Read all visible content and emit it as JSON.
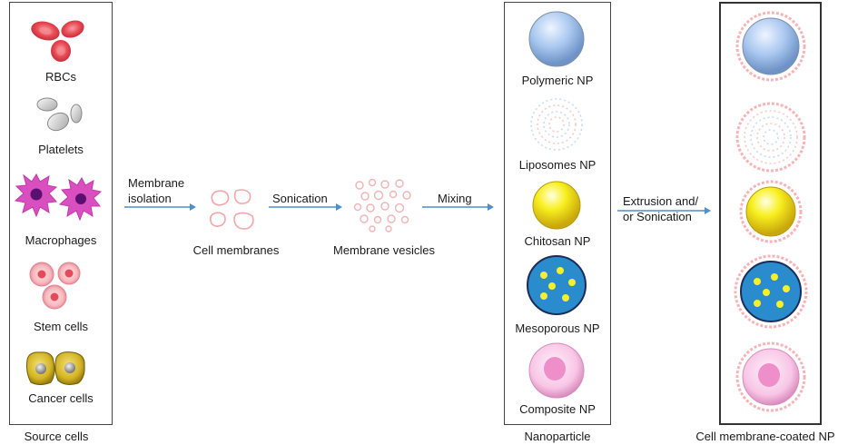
{
  "source_cells": {
    "caption": "Source cells",
    "items": [
      {
        "label": "RBCs",
        "icon": "red-blood-cells-icon"
      },
      {
        "label": "Platelets",
        "icon": "platelets-icon"
      },
      {
        "label": "Macrophages",
        "icon": "macrophages-icon"
      },
      {
        "label": "Stem cells",
        "icon": "stem-cells-icon"
      },
      {
        "label": "Cancer cells",
        "icon": "cancer-cells-icon"
      }
    ]
  },
  "steps": {
    "membrane_isolation": [
      "Membrane",
      "isolation"
    ],
    "cell_membranes": "Cell membranes",
    "sonication": "Sonication",
    "membrane_vesicles": "Membrane vesicles",
    "mixing": "Mixing",
    "extrusion": [
      "Extrusion and/",
      "or Sonication"
    ]
  },
  "nanoparticles": {
    "caption": "Nanoparticle",
    "items": [
      {
        "label": "Polymeric NP",
        "icon": "polymeric-np-icon"
      },
      {
        "label": "Liposomes NP",
        "icon": "liposome-np-icon"
      },
      {
        "label": "Chitosan NP",
        "icon": "chitosan-np-icon"
      },
      {
        "label": "Mesoporous NP",
        "icon": "mesoporous-np-icon"
      },
      {
        "label": "Composite NP",
        "icon": "composite-np-icon"
      }
    ]
  },
  "coated": {
    "caption": "Cell membrane-coated NP"
  },
  "colors": {
    "arrow": "#4f8fc8",
    "rbc": "#e0454f",
    "macrophage": "#d63fb8",
    "membrane": "#f4a6a8",
    "polymeric": "#a9c7ef",
    "chitosan": "#f5ee1e",
    "mesoporous": "#2a8ccd",
    "composite": "#f8c6e6"
  }
}
